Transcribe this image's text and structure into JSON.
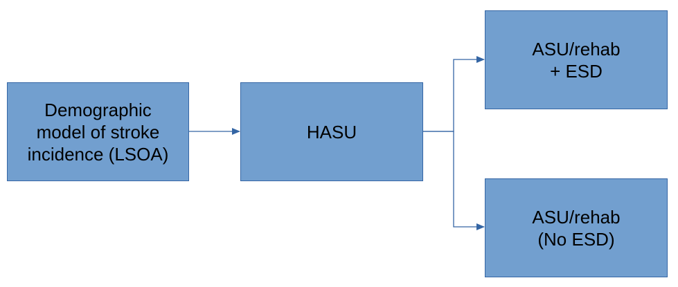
{
  "diagram": {
    "colors": {
      "box_fill": "#729fcf",
      "box_border": "#3465a4",
      "connector": "#3465a4",
      "text": "#000000"
    },
    "nodes": {
      "demographic": {
        "lines": [
          "Demographic",
          "model of stroke",
          "incidence (LSOA)"
        ]
      },
      "hasu": {
        "lines": [
          "HASU"
        ]
      },
      "asu_esd": {
        "lines": [
          "ASU/rehab",
          "+ ESD"
        ]
      },
      "asu_no_esd": {
        "lines": [
          "ASU/rehab",
          "(No ESD)"
        ]
      }
    },
    "edges": [
      {
        "from": "demographic",
        "to": "hasu"
      },
      {
        "from": "hasu",
        "to": "asu_esd"
      },
      {
        "from": "hasu",
        "to": "asu_no_esd"
      }
    ]
  }
}
